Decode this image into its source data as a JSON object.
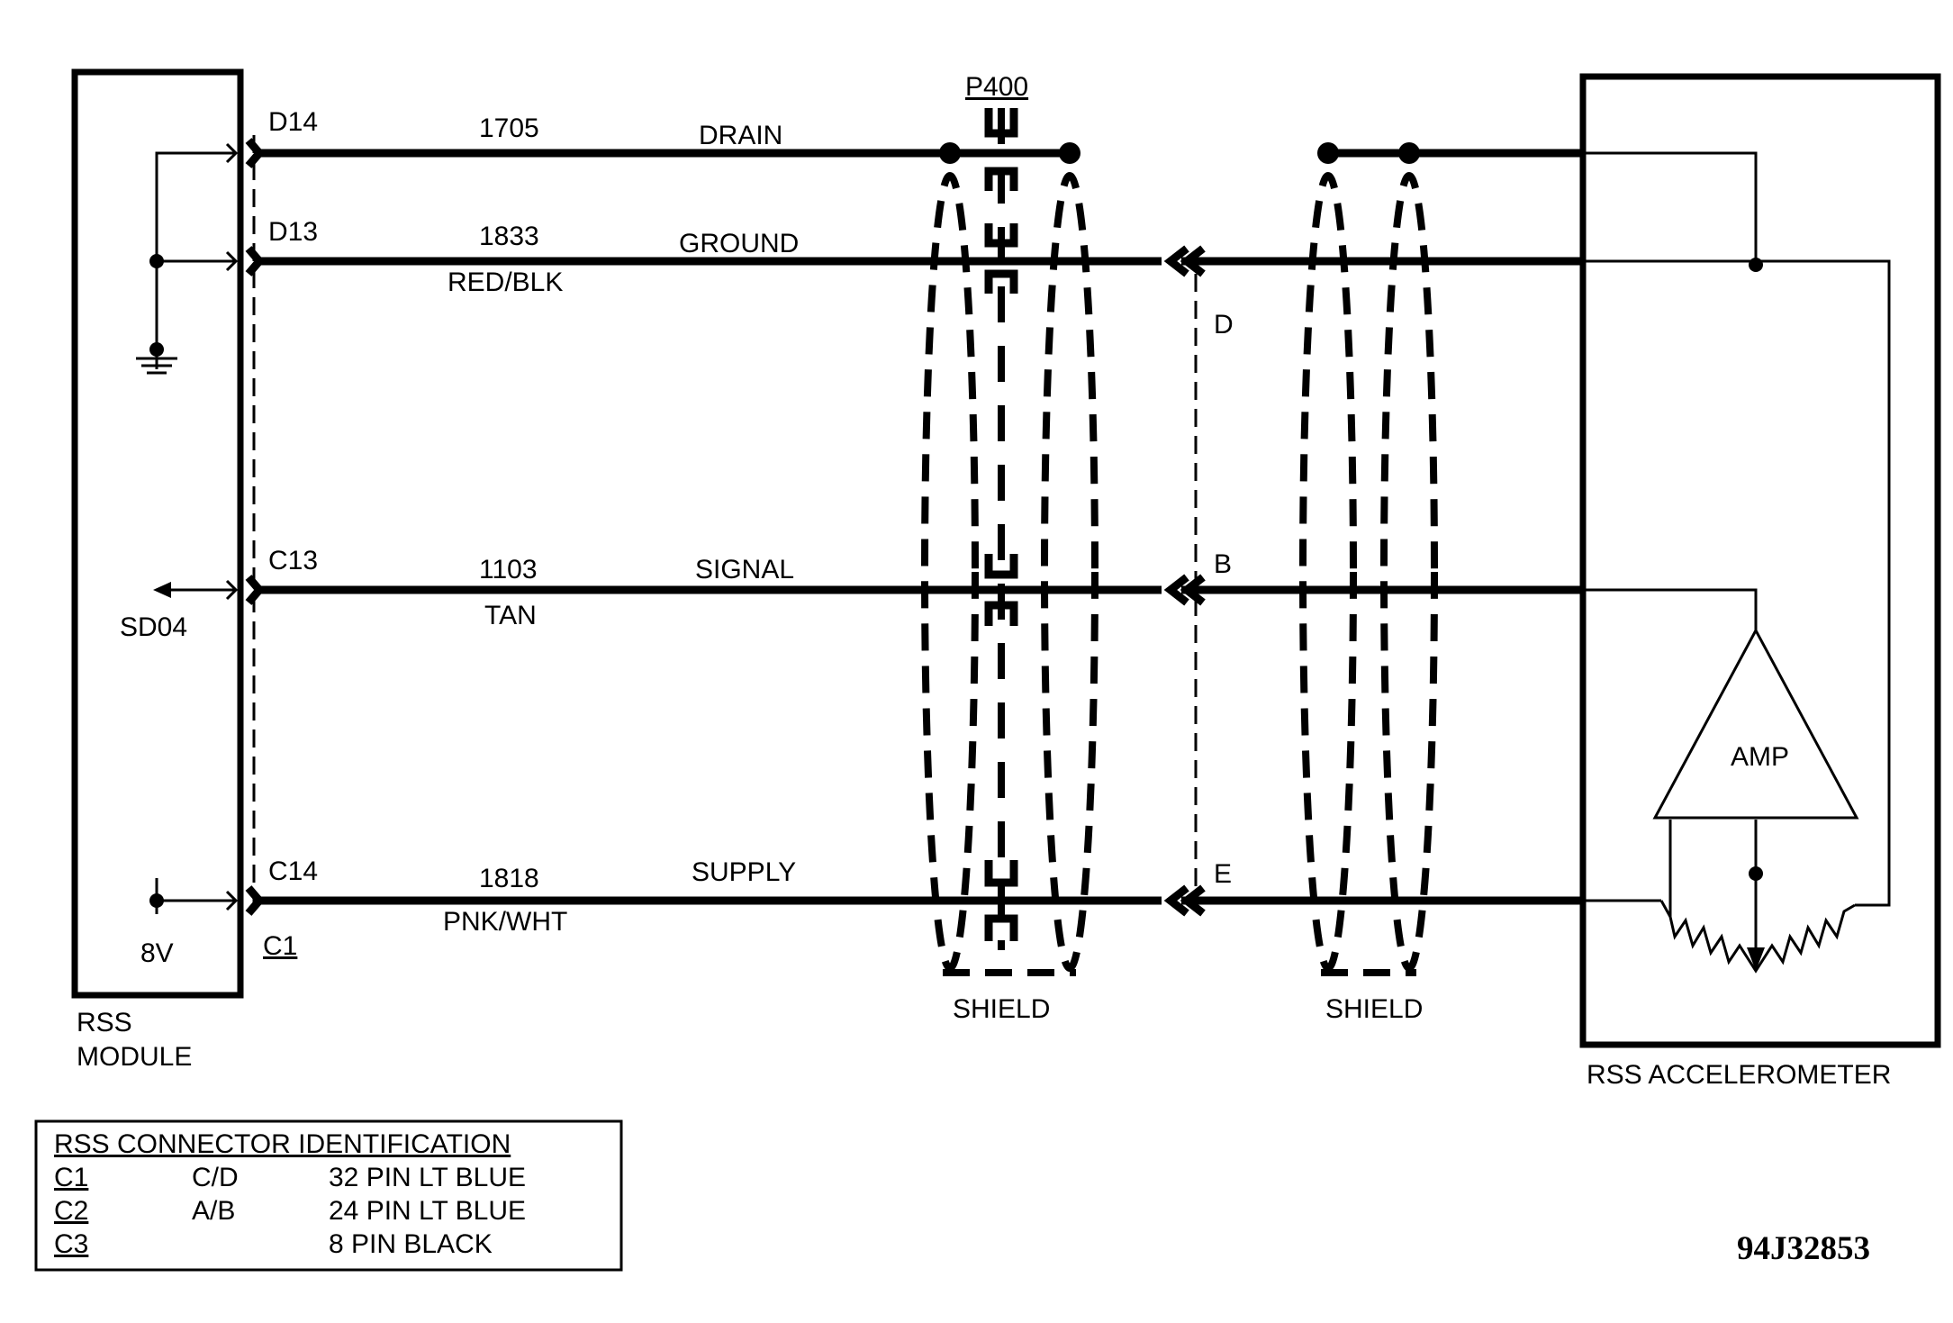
{
  "module": {
    "line1": "RSS",
    "line2": "MODULE"
  },
  "accelerometer": {
    "label": "RSS ACCELEROMETER",
    "amp": "AMP"
  },
  "module_connector": "C1",
  "splice": "P400",
  "shield_labels": [
    "SHIELD",
    "SHIELD"
  ],
  "side_labels": {
    "output": "SD04",
    "supply_voltage": "8V"
  },
  "wires": [
    {
      "pin": "D14",
      "circuit": "1705",
      "name": "DRAIN",
      "color": "",
      "remote_pin": ""
    },
    {
      "pin": "D13",
      "circuit": "1833",
      "name": "GROUND",
      "color": "RED/BLK",
      "remote_pin": "D"
    },
    {
      "pin": "C13",
      "circuit": "1103",
      "name": "SIGNAL",
      "color": "TAN",
      "remote_pin": "B"
    },
    {
      "pin": "C14",
      "circuit": "1818",
      "name": "SUPPLY",
      "color": "PNK/WHT",
      "remote_pin": "E"
    }
  ],
  "connector_table": {
    "title": "RSS CONNECTOR IDENTIFICATION",
    "rows": [
      {
        "id": "C1",
        "pins": "C/D",
        "desc": "32 PIN LT BLUE"
      },
      {
        "id": "C2",
        "pins": "A/B",
        "desc": "24 PIN LT BLUE"
      },
      {
        "id": "C3",
        "pins": "",
        "desc": "8 PIN BLACK"
      }
    ]
  },
  "figure_code": "94J32853"
}
